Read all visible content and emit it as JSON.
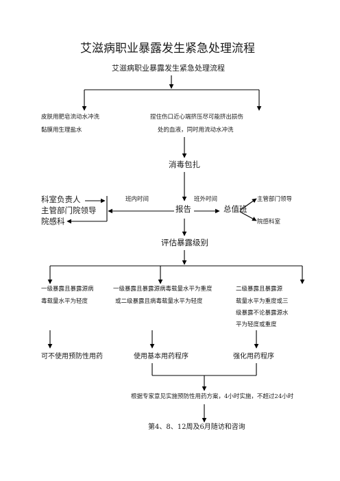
{
  "title": "艾滋病职业暴露发生紧急处理流程",
  "subtitle": "艾滋病职业暴露发生紧急处理流程",
  "step1": {
    "left_line1": "皮肤用肥皂流动水冲洗",
    "left_line2": "黏膜用生理盐水",
    "right_line1": "捏住伤口近心端挤压尽可能挤出损伤",
    "right_line2": "处的血液，同时用流动水冲洗"
  },
  "disinfect": "消毒包扎",
  "report": {
    "label": "报告",
    "in_hours": "班内时间",
    "out_hours": "班外时间",
    "left_1": "科室负责人",
    "left_2": "主管部门院领导",
    "left_3": "院感科",
    "duty": "总值班",
    "right_1": "主管部门领导",
    "right_2": "院感科室"
  },
  "assess": "评估暴露级别",
  "levels": {
    "a_line1": "一级暴露且暴露源病",
    "a_line2": "毒载量水平为轻度",
    "b_line1": "一级暴露且暴露源病毒载量水平为重度",
    "b_line2": "或二级暴露且病毒载量水平为轻度",
    "c_line1": "二级暴露且暴露源",
    "c_line2": "载量水平为重度或三",
    "c_line3": "级暴露不论暴露源水",
    "c_line4": "平为轻度或重度"
  },
  "outcomes": {
    "a": "可不使用预防性用药",
    "b": "使用基本用药程序",
    "c": "强化用药程序"
  },
  "expert": "根据专家意见实施预防性用药方案，4小时实施，不超过24小时",
  "followup": "第4、8、12周及6月随访和咨询"
}
